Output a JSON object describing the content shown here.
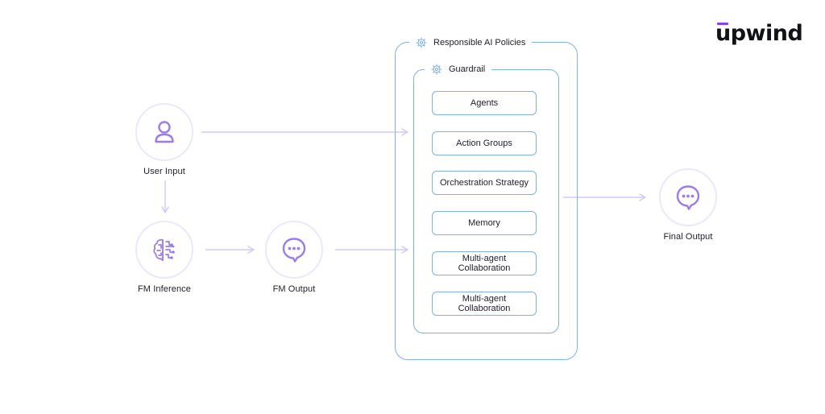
{
  "brand": {
    "logo_text": "upwind",
    "accent_color": "#8a3ffc"
  },
  "colors": {
    "node_icon": "#9b7cf0",
    "node_ring": "#ece8fb",
    "container_border": "#7fb1e6",
    "arrow": "#d2c9f7"
  },
  "nodes": {
    "user_input": {
      "label": "User Input",
      "icon": "user-icon"
    },
    "fm_inference": {
      "label": "FM Inference",
      "icon": "brain-circuit-icon"
    },
    "fm_output": {
      "label": "FM Output",
      "icon": "chat-bubble-icon"
    },
    "final_output": {
      "label": "Final Output",
      "icon": "chat-bubble-icon"
    }
  },
  "policies": {
    "title": "Responsible AI Policies",
    "icon": "brain-gear-icon",
    "guardrail": {
      "title": "Guardrail",
      "icon": "brain-gear-icon",
      "items": [
        {
          "label": "Agents"
        },
        {
          "label": "Action Groups"
        },
        {
          "label": "Orchestration Strategy"
        },
        {
          "label": "Memory"
        },
        {
          "label": "Multi-agent Collaboration"
        },
        {
          "label": "Multi-agent Collaboration"
        }
      ]
    }
  }
}
